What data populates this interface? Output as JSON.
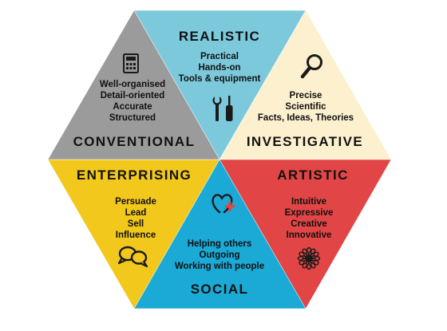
{
  "sections": [
    {
      "key": "realistic",
      "title": "REALISTIC",
      "color": "#7cc9dc",
      "icon": "tools-icon",
      "traits": [
        "Practical",
        "Hands-on",
        "Tools & equipment"
      ]
    },
    {
      "key": "investigative",
      "title": "INVESTIGATIVE",
      "color": "#fdf0cf",
      "icon": "magnifier-icon",
      "traits": [
        "Precise",
        "Scientific",
        "Facts, Ideas, Theories"
      ]
    },
    {
      "key": "artistic",
      "title": "ARTISTIC",
      "color": "#e24545",
      "icon": "flower-icon",
      "traits": [
        "Intuitive",
        "Expressive",
        "Creative",
        "Innovative"
      ]
    },
    {
      "key": "social",
      "title": "SOCIAL",
      "color": "#1ba9d6",
      "icon": "heart-plus-icon",
      "traits": [
        "Helping others",
        "Outgoing",
        "Working with people"
      ]
    },
    {
      "key": "enterprising",
      "title": "ENTERPRISING",
      "color": "#f2c81c",
      "icon": "speech-bubbles-icon",
      "traits": [
        "Persuade",
        "Lead",
        "Sell",
        "Influence"
      ]
    },
    {
      "key": "conventional",
      "title": "CONVENTIONAL",
      "color": "#9b9b9b",
      "icon": "calculator-icon",
      "traits": [
        "Well-organised",
        "Detail-oriented",
        "Accurate",
        "Structured"
      ]
    }
  ]
}
